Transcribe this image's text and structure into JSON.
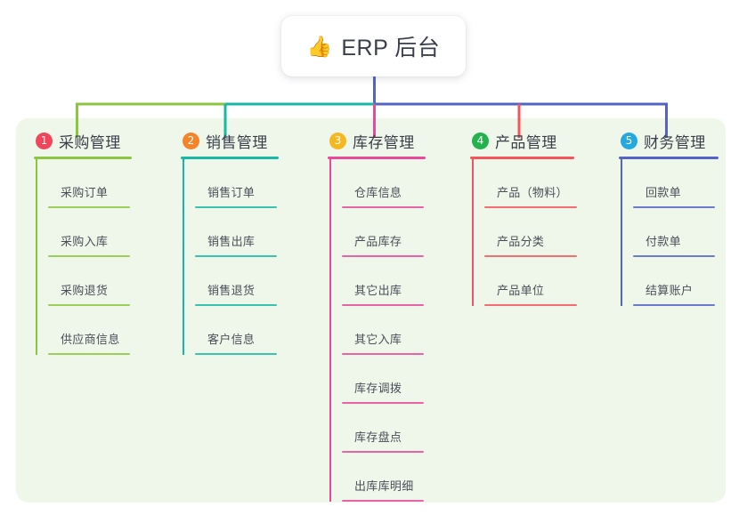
{
  "diagram": {
    "type": "mindmap",
    "title": "ERP 后台",
    "root": {
      "icon": "thumbs-up-icon",
      "emoji": "👍",
      "label": "ERP 后台"
    },
    "panel_color": "#eef7e9",
    "background_color": "#ffffff",
    "trunk_color": "#5264c8",
    "branches": [
      {
        "number": "1",
        "label": "采购管理",
        "color": "#8cc63f",
        "badge_color": "#f0465c",
        "children": [
          "采购订单",
          "采购入库",
          "采购退货",
          "供应商信息"
        ]
      },
      {
        "number": "2",
        "label": "销售管理",
        "color": "#17b8a6",
        "badge_color": "#f5832a",
        "children": [
          "销售订单",
          "销售出库",
          "销售退货",
          "客户信息"
        ]
      },
      {
        "number": "3",
        "label": "库存管理",
        "color": "#e84a9a",
        "badge_color": "#f5b820",
        "children": [
          "仓库信息",
          "产品库存",
          "其它出库",
          "其它入库",
          "库存调拨",
          "库存盘点",
          "出库库明细"
        ]
      },
      {
        "number": "4",
        "label": "产品管理",
        "color": "#f4555a",
        "badge_color": "#23b24b",
        "children": [
          "产品（物料）",
          "产品分类",
          "产品单位"
        ]
      },
      {
        "number": "5",
        "label": "财务管理",
        "color": "#5264c8",
        "badge_color": "#23a8e0",
        "children": [
          "回款单",
          "付款单",
          "结算账户"
        ]
      }
    ]
  }
}
